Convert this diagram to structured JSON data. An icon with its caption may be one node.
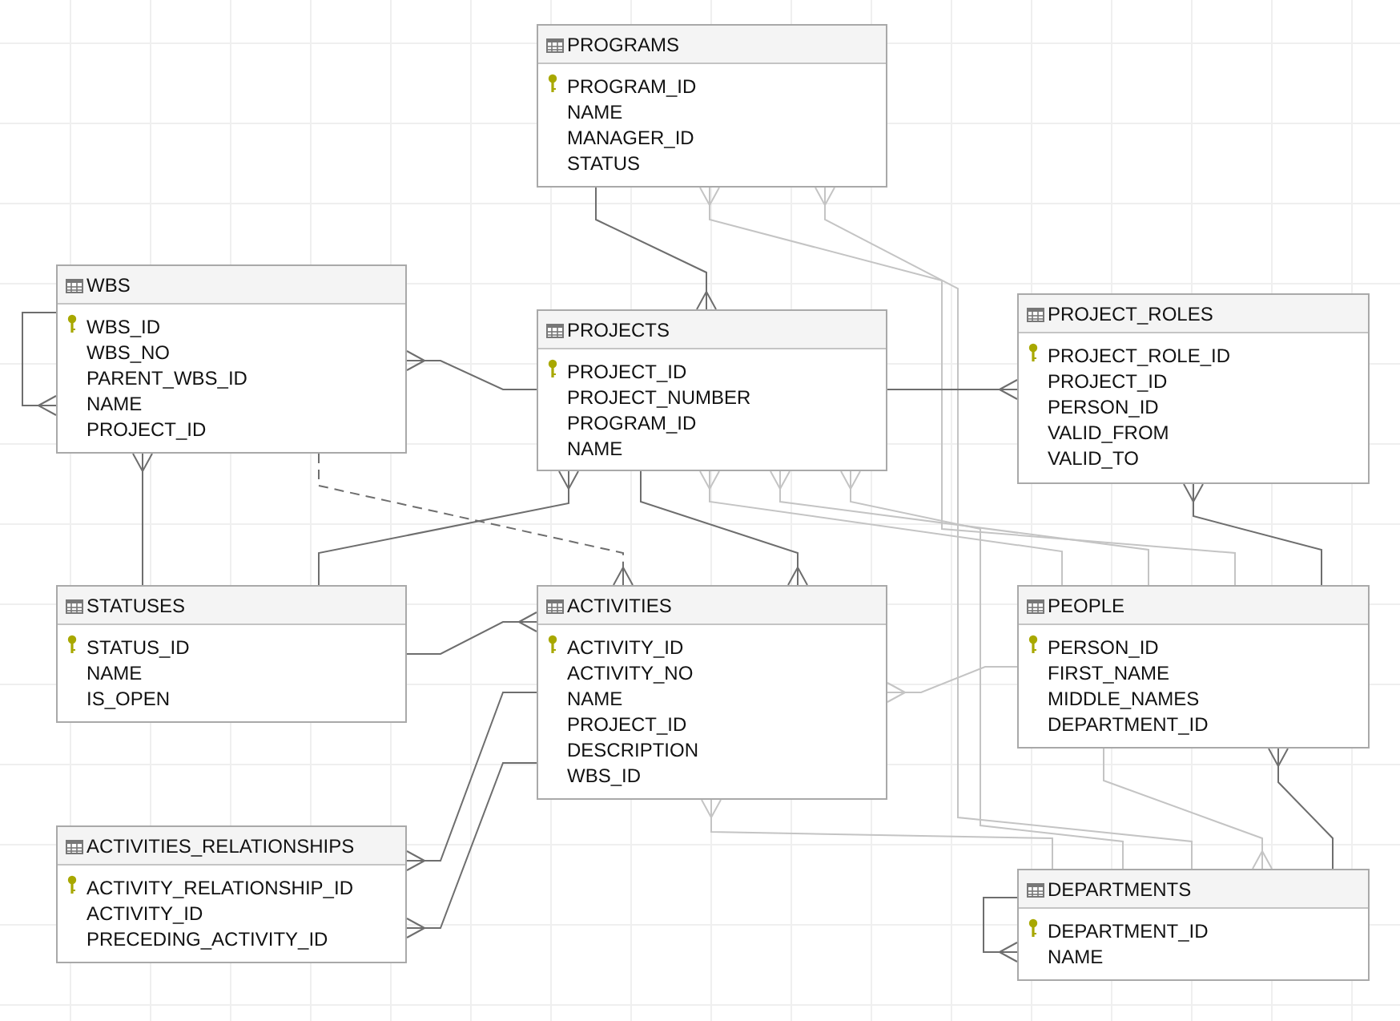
{
  "diagram": {
    "nodes": [
      {
        "text": [
          "PROGRAMS",
          "PROGRAM_ID",
          "NAME",
          "MANAGER_ID",
          "STATUS"
        ]
      },
      {
        "text": [
          "WBS",
          "WBS_ID",
          "WBS_NO",
          "PARENT_WBS_ID",
          "NAME",
          "PROJECT_ID"
        ]
      },
      {
        "text": [
          "PROJECTS",
          "PROJECT_ID",
          "PROJECT_NUMBER",
          "PROGRAM_ID",
          "NAME"
        ]
      },
      {
        "text": [
          "PROJECT_ROLES",
          "PROJECT_ROLE_ID",
          "PROJECT_ID",
          "PERSON_ID",
          "VALID_FROM",
          "VALID_TO"
        ]
      },
      {
        "text": [
          "STATUSES",
          "STATUS_ID",
          "NAME",
          "IS_OPEN"
        ]
      },
      {
        "text": [
          "ACTIVITIES",
          "ACTIVITY_ID",
          "ACTIVITY_NO",
          "NAME",
          "PROJECT_ID",
          "DESCRIPTION",
          "WBS_ID"
        ]
      },
      {
        "text": [
          "PEOPLE",
          "PERSON_ID",
          "FIRST_NAME",
          "MIDDLE_NAMES",
          "DEPARTMENT_ID"
        ]
      },
      {
        "text": [
          "ACTIVITIES_RELATIONSHIPS",
          "ACTIVITY_RELATIONSHIP_ID",
          "ACTIVITY_ID",
          "PRECEDING_ACTIVITY_ID"
        ]
      },
      {
        "text": [
          "DEPARTMENTS",
          "DEPARTMENT_ID",
          "NAME"
        ]
      }
    ],
    "edges": [
      {
        "from": 0,
        "to": 2,
        "arrow": "other"
      },
      {
        "from": 6,
        "to": 0,
        "arrow": "other",
        "color": "#c4c4c4"
      },
      {
        "from": 8,
        "to": 0,
        "arrow": "other",
        "color": "#c4c4c4"
      },
      {
        "from": 1,
        "to": 1,
        "arrow": "other"
      },
      {
        "from": 2,
        "to": 1,
        "arrow": "other"
      },
      {
        "from": 4,
        "to": 1,
        "arrow": "other"
      },
      {
        "from": 1,
        "to": 5,
        "arrow": "other",
        "style": "dashed"
      },
      {
        "from": 4,
        "to": 2,
        "arrow": "other"
      },
      {
        "from": 2,
        "to": 5,
        "arrow": "other"
      },
      {
        "from": 2,
        "to": 3,
        "arrow": "other"
      },
      {
        "from": 6,
        "to": 2,
        "arrow": "other",
        "color": "#c4c4c4"
      },
      {
        "from": 6,
        "to": 2,
        "arrow": "other",
        "color": "#c4c4c4"
      },
      {
        "from": 8,
        "to": 2,
        "arrow": "other",
        "color": "#c4c4c4"
      },
      {
        "from": 6,
        "to": 3,
        "arrow": "other"
      },
      {
        "from": 4,
        "to": 5,
        "arrow": "other"
      },
      {
        "from": 5,
        "to": 7,
        "arrow": "other"
      },
      {
        "from": 5,
        "to": 7,
        "arrow": "other"
      },
      {
        "from": 6,
        "to": 5,
        "arrow": "other",
        "color": "#c4c4c4"
      },
      {
        "from": 8,
        "to": 5,
        "arrow": "other",
        "color": "#c4c4c4"
      },
      {
        "from": 8,
        "to": 6,
        "arrow": "other"
      },
      {
        "from": 6,
        "to": 8,
        "arrow": "other",
        "color": "#c4c4c4"
      },
      {
        "from": 8,
        "to": 8,
        "arrow": "other"
      }
    ]
  }
}
